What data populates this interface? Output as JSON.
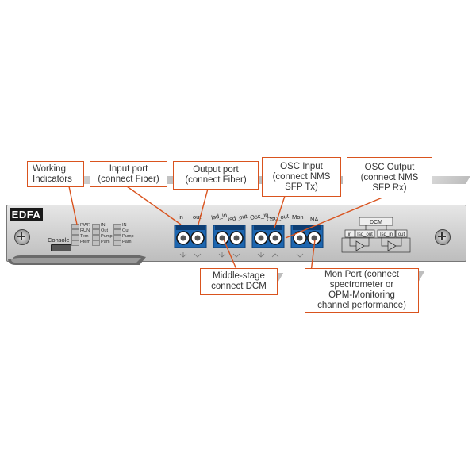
{
  "panel": {
    "title": "EDFA",
    "console_label": "Console",
    "leds_col1": [
      "PWR",
      "RUN",
      "Tem",
      "Ptem"
    ],
    "leds_col2": [
      "IN",
      "Out",
      "Pump",
      "Pam"
    ],
    "leds_col3": [
      "IN",
      "Out",
      "Pump",
      "Pam"
    ],
    "ports": [
      {
        "id": "in",
        "label": "in"
      },
      {
        "id": "out",
        "label": "out"
      },
      {
        "id": "isd_in",
        "label": "Isd_in"
      },
      {
        "id": "isd_out",
        "label": "Isd_out"
      },
      {
        "id": "osc_in",
        "label": "Osc_in"
      },
      {
        "id": "osc_out",
        "label": "Osc_out"
      },
      {
        "id": "mon",
        "label": "Mon"
      },
      {
        "id": "na",
        "label": "NA"
      }
    ],
    "schematic": {
      "dcm_label": "DCM",
      "labels": [
        "in",
        "Isd_out",
        "Isd_in",
        "out"
      ]
    }
  },
  "callouts": {
    "working": {
      "lines": [
        "Working",
        "Indicators"
      ]
    },
    "input": {
      "lines": [
        "Input port",
        "(connect Fiber)"
      ]
    },
    "output": {
      "lines": [
        "Output port",
        "(connect Fiber)"
      ]
    },
    "osc_input": {
      "lines": [
        "OSC Input",
        "(connect NMS",
        "SFP Tx)"
      ]
    },
    "osc_output": {
      "lines": [
        "OSC Output",
        "(connect NMS",
        "SFP Rx)"
      ]
    },
    "middle": {
      "lines": [
        "Middle-stage",
        "connect DCM"
      ]
    },
    "mon": {
      "lines": [
        "Mon Port (connect",
        "spectrometer or",
        "OPM-Monitoring",
        "channel performance)"
      ]
    }
  },
  "colors": {
    "accent": "#d9531e",
    "port_blue": "#1d66b0",
    "panel_gray": "#cfcfcf",
    "title_bg": "#1a1a1a"
  }
}
